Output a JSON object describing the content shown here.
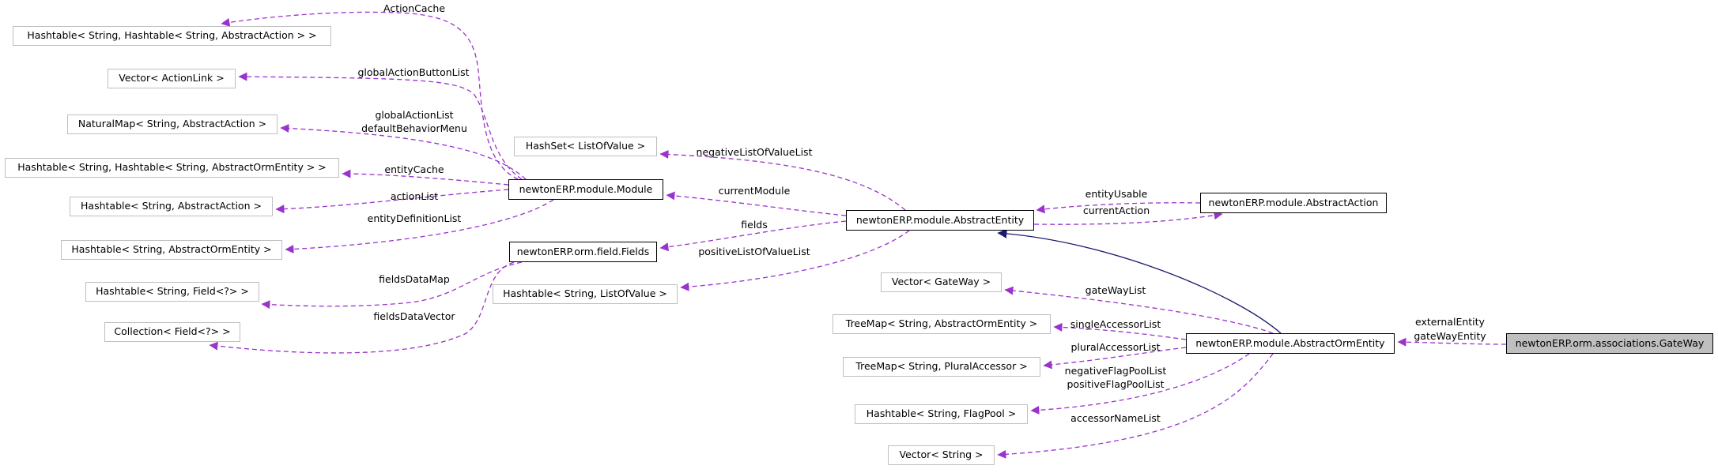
{
  "diagram": {
    "colors": {
      "usage_edge": "#9a32cd",
      "inheritance_edge": "#191970",
      "external_border": "#bfbfbf",
      "class_border": "#000000",
      "focus_fill": "#bfbfbf"
    },
    "nodes": {
      "ht_action_cache": "Hashtable< String, Hashtable< String, AbstractAction > >",
      "vector_actionlink": "Vector< ActionLink >",
      "naturalmap": "NaturalMap< String, AbstractAction >",
      "ht_entity_cache": "Hashtable< String, Hashtable< String, AbstractOrmEntity > >",
      "ht_action_list": "Hashtable< String, AbstractAction >",
      "ht_entity_def": "Hashtable< String, AbstractOrmEntity >",
      "ht_field": "Hashtable< String, Field<?> >",
      "collection_field": "Collection< Field<?> >",
      "hashset_lov": "HashSet< ListOfValue >",
      "module": "newtonERP.module.Module",
      "fields": "newtonERP.orm.field.Fields",
      "ht_lov": "Hashtable< String, ListOfValue >",
      "abstract_entity": "newtonERP.module.AbstractEntity",
      "abstract_action": "newtonERP.module.AbstractAction",
      "vector_gateway": "Vector< GateWay >",
      "treemap_entity": "TreeMap< String, AbstractOrmEntity >",
      "treemap_plural": "TreeMap< String, PluralAccessor >",
      "ht_flagpool": "Hashtable< String, FlagPool >",
      "vector_string": "Vector< String >",
      "abstract_orm_entity": "newtonERP.module.AbstractOrmEntity",
      "gateway": "newtonERP.orm.associations.GateWay"
    },
    "edges": {
      "action_cache": "ActionCache",
      "global_action_button_list": "globalActionButtonList",
      "global_action_list": "globalActionList",
      "default_behavior_menu": "defaultBehaviorMenu",
      "entity_cache": "entityCache",
      "action_list": "actionList",
      "entity_definition_list": "entityDefinitionList",
      "fields_data_map": "fieldsDataMap",
      "fields_data_vector": "fieldsDataVector",
      "negative_list_of_value_list": "negativeListOfValueList",
      "current_module": "currentModule",
      "fields": "fields",
      "positive_list_of_value_list": "positiveListOfValueList",
      "entity_usable": "entityUsable",
      "current_action": "currentAction",
      "gate_way_list": "gateWayList",
      "single_accessor_list": "singleAccessorList",
      "plural_accessor_list": "pluralAccessorList",
      "negative_flag_pool_list": "negativeFlagPoolList",
      "positive_flag_pool_list": "positiveFlagPoolList",
      "accessor_name_list": "accessorNameList",
      "external_entity": "externalEntity",
      "gate_way_entity": "gateWayEntity"
    }
  }
}
